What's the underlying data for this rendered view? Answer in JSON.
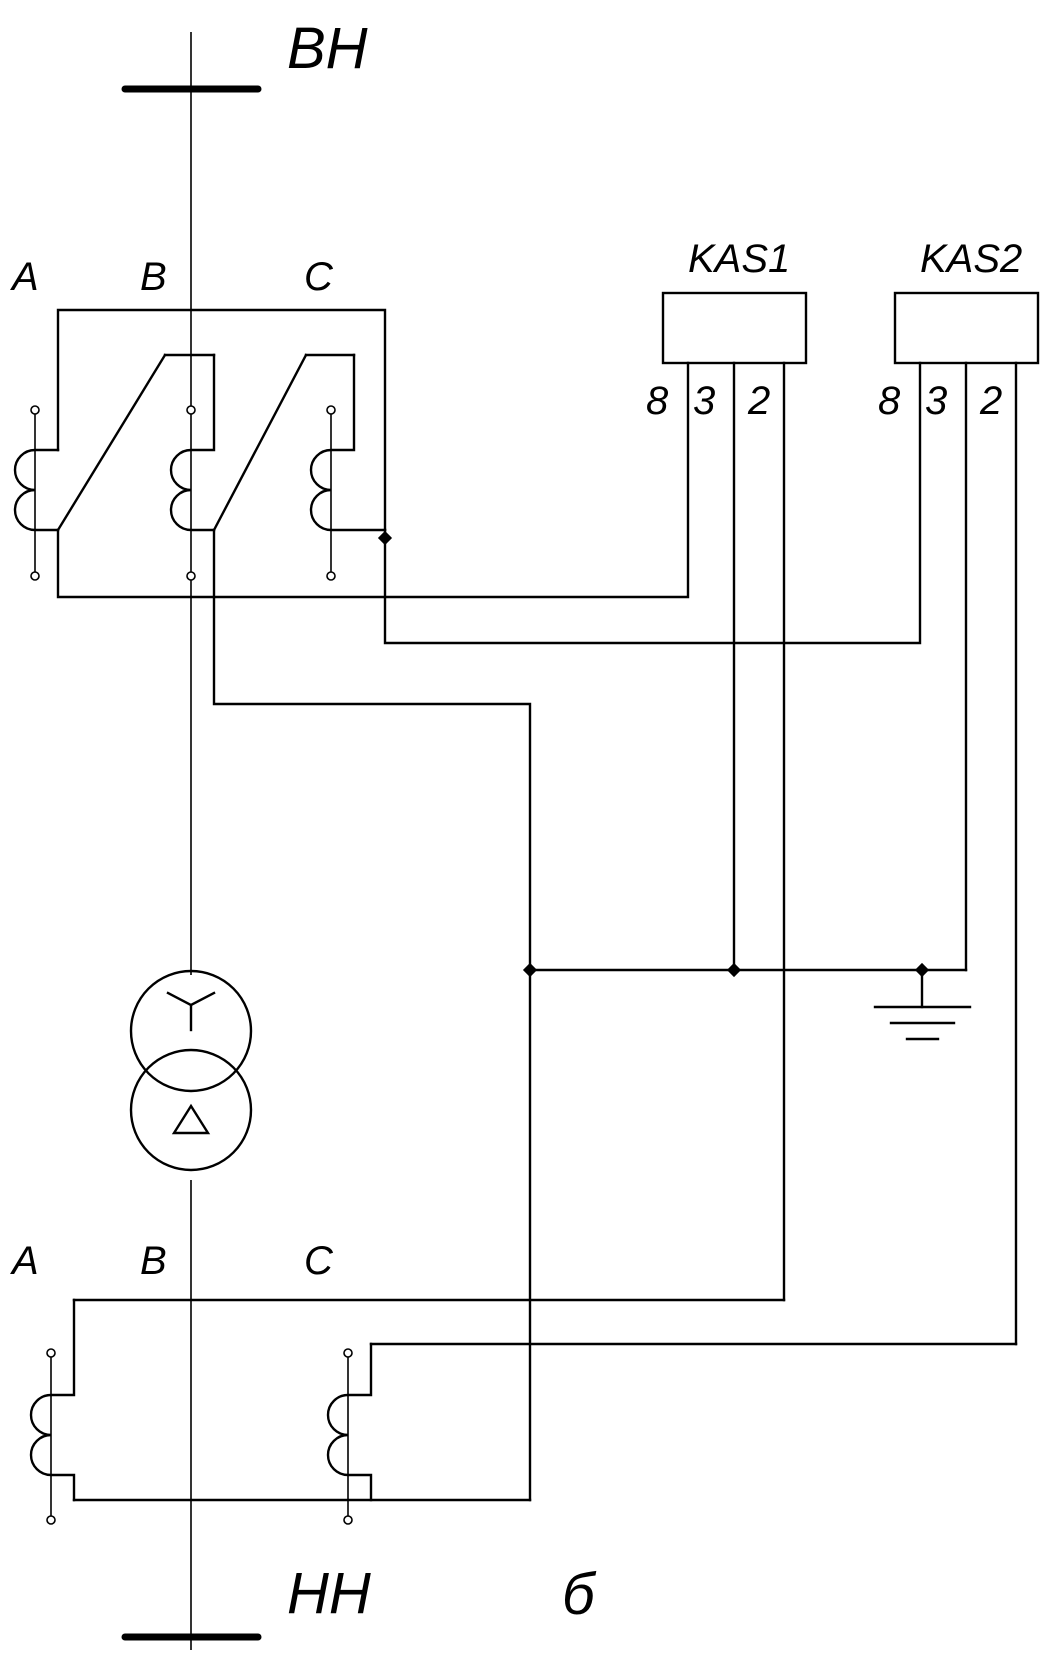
{
  "labels": {
    "hv_bus": "ВН",
    "lv_bus": "НН",
    "figure_letter": "б",
    "hv_phases": [
      "A",
      "B",
      "C"
    ],
    "lv_phases": [
      "A",
      "B",
      "C"
    ]
  },
  "relays": [
    {
      "name": "KAS1",
      "pins": [
        "8",
        "3",
        "2"
      ]
    },
    {
      "name": "KAS2",
      "pins": [
        "8",
        "3",
        "2"
      ]
    }
  ],
  "transformer": {
    "hv_winding_symbol": "star",
    "lv_winding_symbol": "delta"
  }
}
